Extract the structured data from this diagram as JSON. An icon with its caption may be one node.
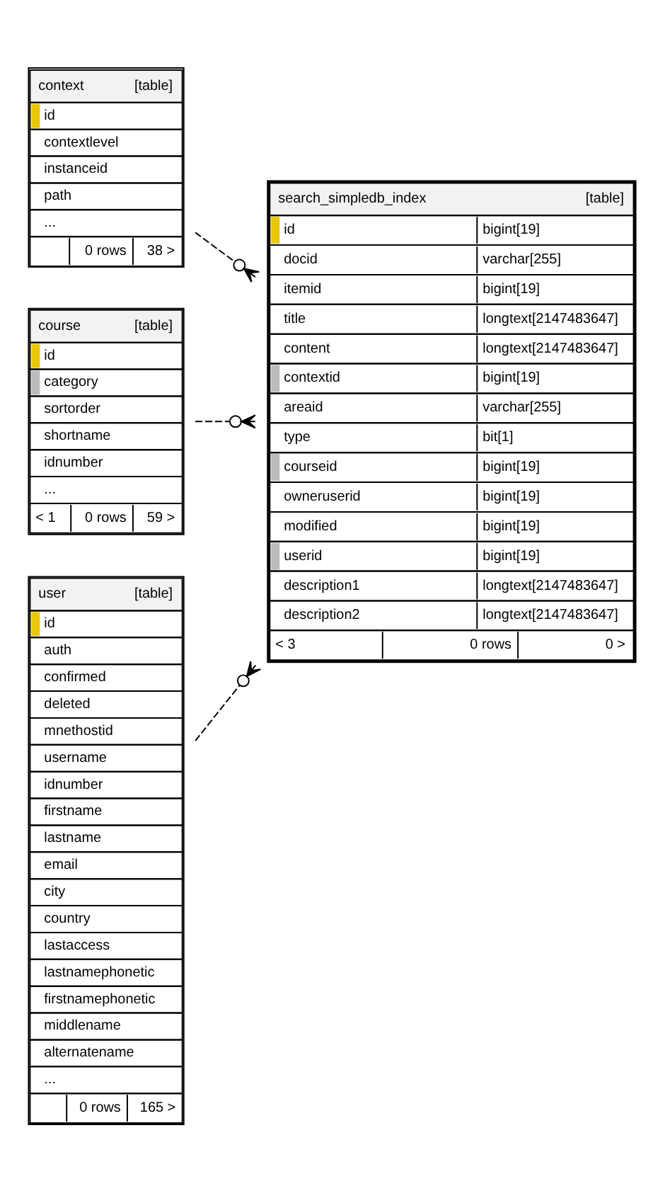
{
  "diagram": {
    "nodes": [
      {
        "text": [
          "context",
          "[table]",
          "id",
          "contextlevel",
          "instanceid",
          "path",
          "...",
          "0 rows",
          "38 >"
        ]
      },
      {
        "text": [
          "search_simpledb_index",
          "[table]",
          "id",
          "bigint[19]",
          "docid",
          "varchar[255]",
          "itemid",
          "bigint[19]",
          "title",
          "longtext[2147483647]",
          "content",
          "longtext[2147483647]",
          "contextid",
          "bigint[19]",
          "areaid",
          "varchar[255]",
          "type",
          "bit[1]",
          "courseid",
          "bigint[19]",
          "owneruserid",
          "bigint[19]",
          "modified",
          "bigint[19]",
          "userid",
          "bigint[19]",
          "description1",
          "longtext[2147483647]",
          "description2",
          "longtext[2147483647]",
          "< 3",
          "0 rows",
          "0 >"
        ]
      },
      {
        "text": [
          "course",
          "[table]",
          "id",
          "category",
          "sortorder",
          "shortname",
          "idnumber",
          "...",
          "< 1",
          "0 rows",
          "59 >"
        ]
      },
      {
        "text": [
          "user",
          "[table]",
          "id",
          "auth",
          "confirmed",
          "deleted",
          "mnethostid",
          "username",
          "idnumber",
          "firstname",
          "lastname",
          "email",
          "city",
          "country",
          "lastaccess",
          "lastnamephonetic",
          "firstnamephonetic",
          "middlename",
          "alternatename",
          "...",
          "0 rows",
          "165 >"
        ]
      }
    ],
    "edges": [
      {
        "from": 0,
        "to": 1,
        "arrow": "other",
        "style": "dashed"
      },
      {
        "from": 2,
        "to": 1,
        "arrow": "other",
        "style": "dashed"
      },
      {
        "from": 3,
        "to": 1,
        "arrow": "other",
        "style": "dashed"
      }
    ]
  }
}
